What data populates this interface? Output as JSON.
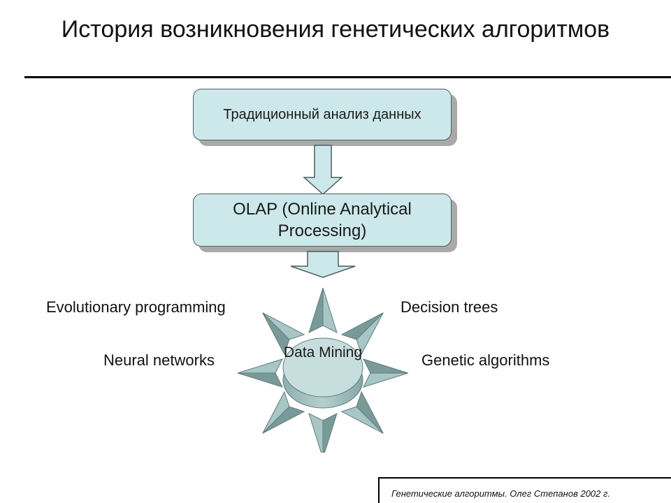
{
  "slide": {
    "title": "История возникновения генетических алгоритмов",
    "footer": "Генетические алгоритмы. Олег Степанов 2002 г."
  },
  "flow": {
    "box1": "Традиционный анализ данных",
    "box2": "OLAP (Online Analytical Processing)",
    "center": "Data Mining"
  },
  "methods": {
    "top_left": "Evolutionary programming",
    "top_right": "Decision trees",
    "mid_left": "Neural networks",
    "mid_right": "Genetic algorithms"
  },
  "colors": {
    "box_fill": "#cde8ea",
    "box_border": "#4a5e5f",
    "shadow": "#a9a9a9",
    "star_face": "#a9c6c6",
    "star_side": "#7a9a9a"
  }
}
